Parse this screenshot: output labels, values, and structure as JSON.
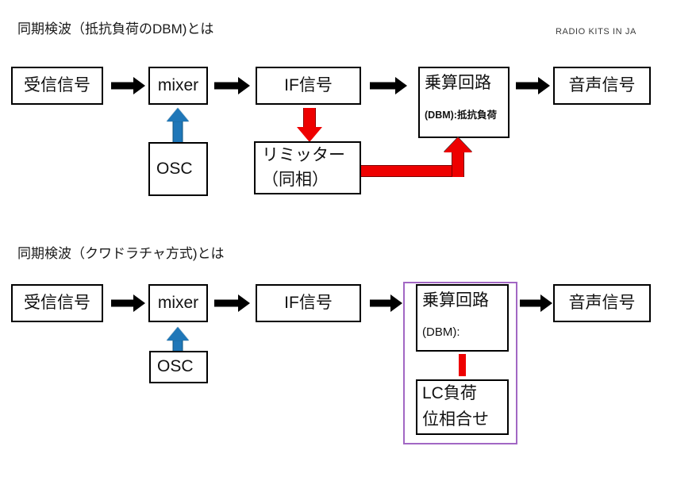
{
  "page": {
    "brand": "RADIO KITS IN JA",
    "background": "#ffffff"
  },
  "colors": {
    "box_border": "#000000",
    "arrow_black": "#000000",
    "arrow_blue": "#1f77b8",
    "arrow_red": "#ee0000",
    "group_purple": "#a267c4",
    "text": "#111111"
  },
  "sections": [
    {
      "title": "同期検波（抵抗負荷のDBM)とは",
      "blocks": {
        "received_signal": "受信信号",
        "mixer": "mixer",
        "if_signal": "IF信号",
        "multiplier_line1": "乗算回路",
        "multiplier_line2": "(DBM):抵抗負荷",
        "audio_signal": "音声信号",
        "osc": "OSC",
        "limiter_line1": "リミッター",
        "limiter_line2": "（同相）"
      }
    },
    {
      "title": "同期検波（クワドラチャ方式)とは",
      "blocks": {
        "received_signal": "受信信号",
        "mixer": "mixer",
        "if_signal": "IF信号",
        "multiplier_line1": "乗算回路",
        "multiplier_line2": "(DBM):",
        "audio_signal": "音声信号",
        "osc": "OSC",
        "lc_load_line1": "LC負荷",
        "lc_load_line2": "位相合せ"
      }
    }
  ]
}
